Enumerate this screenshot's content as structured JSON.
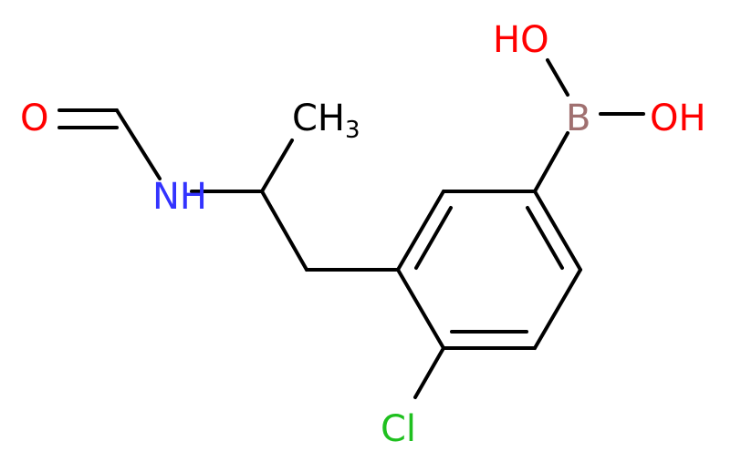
{
  "colors": {
    "bond": "#000000",
    "oxygen": "#ff0000",
    "nitrogen": "#3333ff",
    "chlorine": "#1fc01f",
    "boron": "#a07070",
    "carbon": "#000000",
    "background": "#ffffff"
  },
  "atoms": {
    "oxygen_formyl": "O",
    "nitrogen_amide": "NH",
    "methyl_c": "CH",
    "methyl_sub": "3",
    "boron": "B",
    "hydroxyl_top": "HO",
    "hydroxyl_right": "OH",
    "chlorine": "Cl"
  }
}
